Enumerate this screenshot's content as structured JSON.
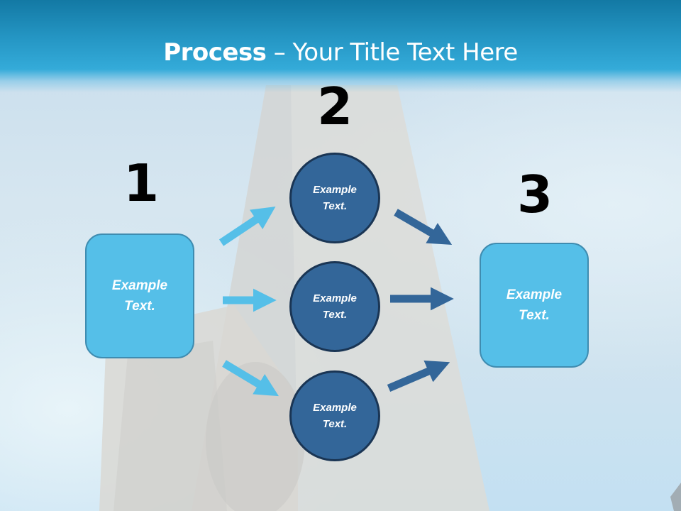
{
  "title": {
    "bold": "Process",
    "rest": " – Your Title Text Here"
  },
  "steps": [
    {
      "number": "1",
      "boxes": [
        {
          "text": "Example\nText."
        }
      ]
    },
    {
      "number": "2",
      "circles": [
        {
          "text": "Example\nText."
        },
        {
          "text": "Example\nText."
        },
        {
          "text": "Example\nText."
        }
      ]
    },
    {
      "number": "3",
      "boxes": [
        {
          "text": "Example\nText."
        }
      ]
    }
  ],
  "colors": {
    "header_top": "#1379a4",
    "header_bottom": "#34abd9",
    "box_fill": "#55bfe8",
    "box_border": "#3f8cb0",
    "circle_fill": "#336699",
    "circle_border": "#1a3554",
    "arrow_light": "#55bfe8",
    "arrow_dark": "#336699"
  }
}
